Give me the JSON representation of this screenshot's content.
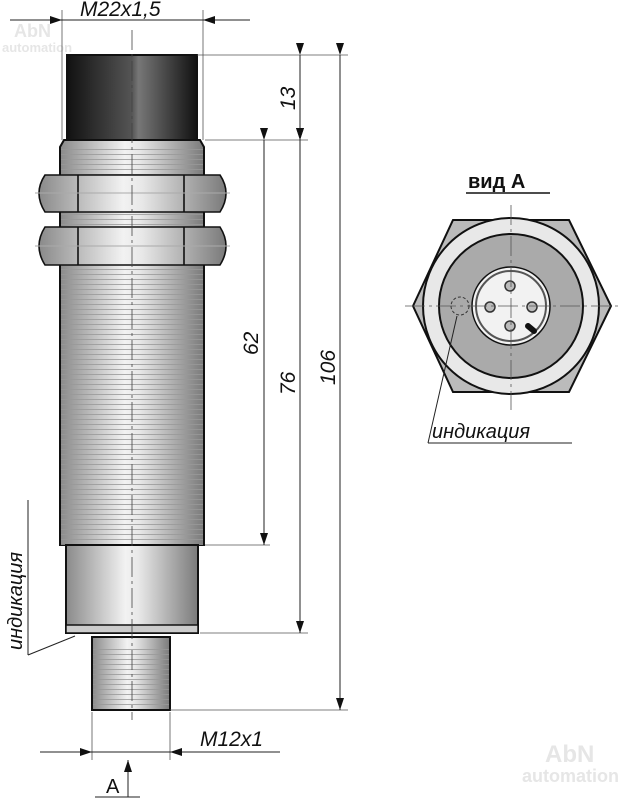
{
  "dimensions": {
    "thread_main": "M22x1,5",
    "head_length": "13",
    "thread_length": "62",
    "body_length": "76",
    "total_length": "106",
    "thread_connector": "M12x1"
  },
  "view_marker": "A",
  "view_a_title": "вид А",
  "indicator_label_side": "индикация",
  "indicator_label_view": "индикация",
  "watermark": {
    "brand": "AbN",
    "sub": "automation"
  }
}
